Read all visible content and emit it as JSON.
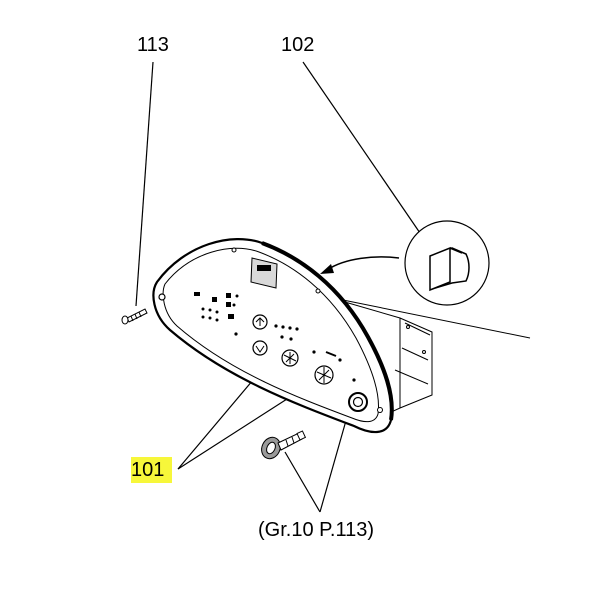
{
  "callouts": {
    "part_113": "113",
    "part_102": "102",
    "part_101": "101",
    "reference": "(Gr.10 P.113)"
  },
  "colors": {
    "line": "#000000",
    "panel_fill": "#ffffff",
    "screen_fill": "#d9d9d9",
    "highlight": "#f7f73a"
  },
  "icons": [
    "screw-icon",
    "clip-icon",
    "key-icon",
    "lock-icon"
  ]
}
